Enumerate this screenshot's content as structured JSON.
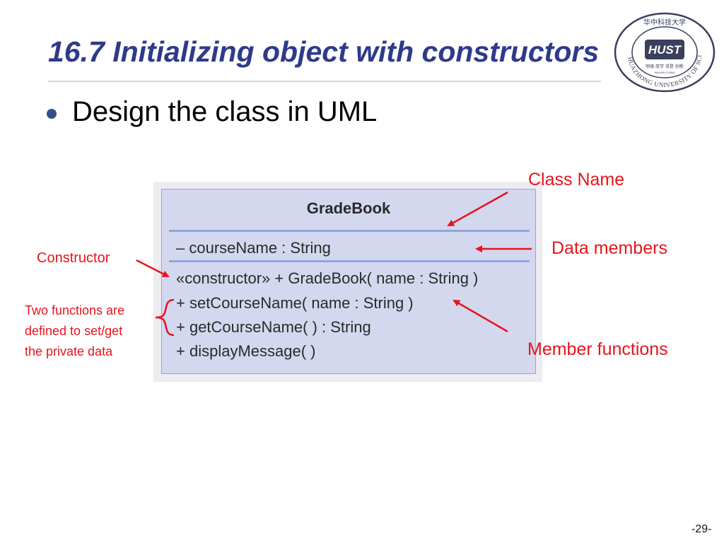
{
  "slide": {
    "title": "16.7 Initializing object with constructors",
    "bullets": [
      "Design the class in UML"
    ],
    "page_number": "-29-"
  },
  "logo": {
    "icon": "university-seal-icon",
    "ring_text": "HUAZHONG UNIVERSITY OF SCIENCE AND TECHNOLOGY",
    "top_text": "华中科技大学",
    "badge_text": "HUST",
    "small_text": "明德 厚学 求是 创新",
    "tiny_text": "WUHAN CHINA"
  },
  "uml": {
    "class_name": "GradeBook",
    "attributes": [
      "– courseName : String"
    ],
    "operations": [
      "«constructor» + GradeBook( name : String )",
      "+ setCourseName( name : String )",
      "+ getCourseName( ) : String",
      "+ displayMessage( )"
    ]
  },
  "annotations": {
    "class_name": "Class Name",
    "data_members": "Data members",
    "member_functions": "Member functions",
    "constructor": "Constructor",
    "note_lines": [
      "Two functions are",
      "defined to set/get",
      "the private data"
    ]
  },
  "colors": {
    "title": "#2e3a8c",
    "annotation": "#e6141c",
    "uml_fill": "#d4d8ef",
    "uml_divider": "#8ea6dc",
    "logo": "#3a3f5c"
  }
}
